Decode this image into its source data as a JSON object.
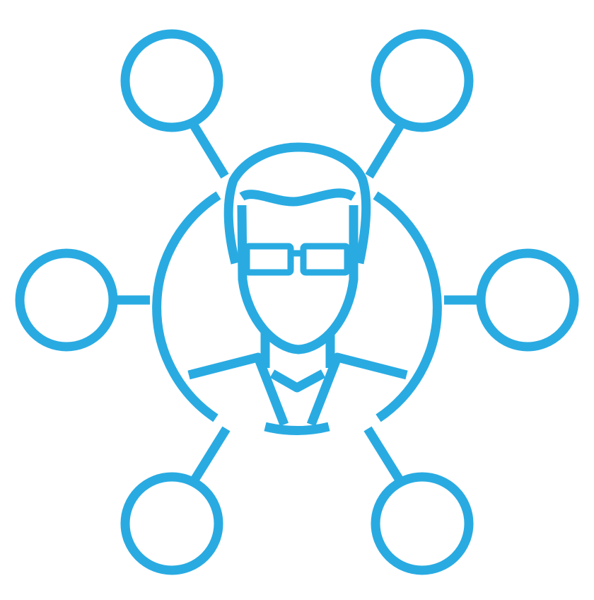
{
  "icon": {
    "name": "network-user-icon",
    "color": "#29ABE2",
    "background": "#FFFFFF",
    "nodes": [
      "top-left",
      "top-right",
      "left",
      "right",
      "bottom-left",
      "bottom-right"
    ]
  }
}
